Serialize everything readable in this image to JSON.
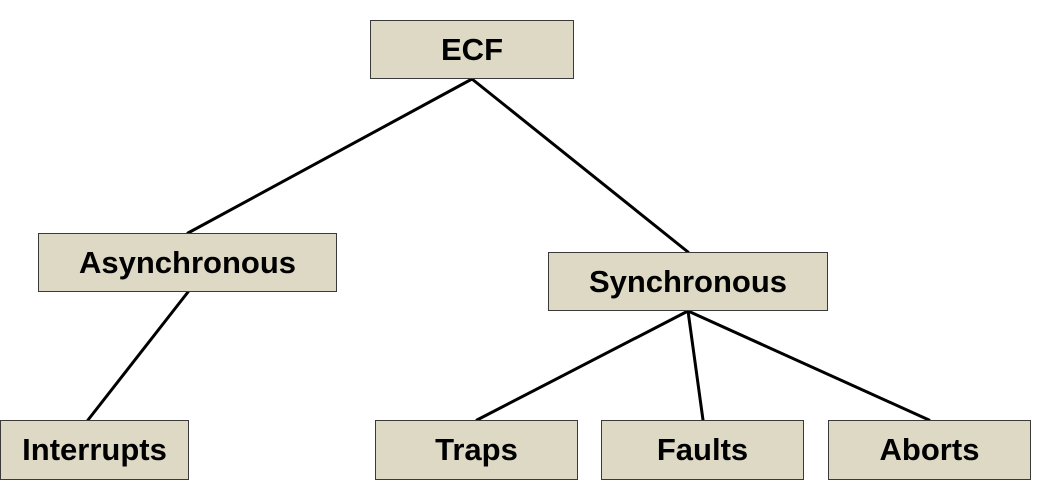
{
  "diagram": {
    "nodes": {
      "ecf": "ECF",
      "asynchronous": "Asynchronous",
      "synchronous": "Synchronous",
      "interrupts": "Interrupts",
      "traps": "Traps",
      "faults": "Faults",
      "aborts": "Aborts"
    },
    "edges": [
      [
        "ecf",
        "asynchronous"
      ],
      [
        "ecf",
        "synchronous"
      ],
      [
        "asynchronous",
        "interrupts"
      ],
      [
        "synchronous",
        "traps"
      ],
      [
        "synchronous",
        "faults"
      ],
      [
        "synchronous",
        "aborts"
      ]
    ],
    "colors": {
      "node_fill": "#ddd9c4",
      "node_border": "#3a3a3a",
      "edge": "#000000",
      "text": "#000000"
    }
  }
}
